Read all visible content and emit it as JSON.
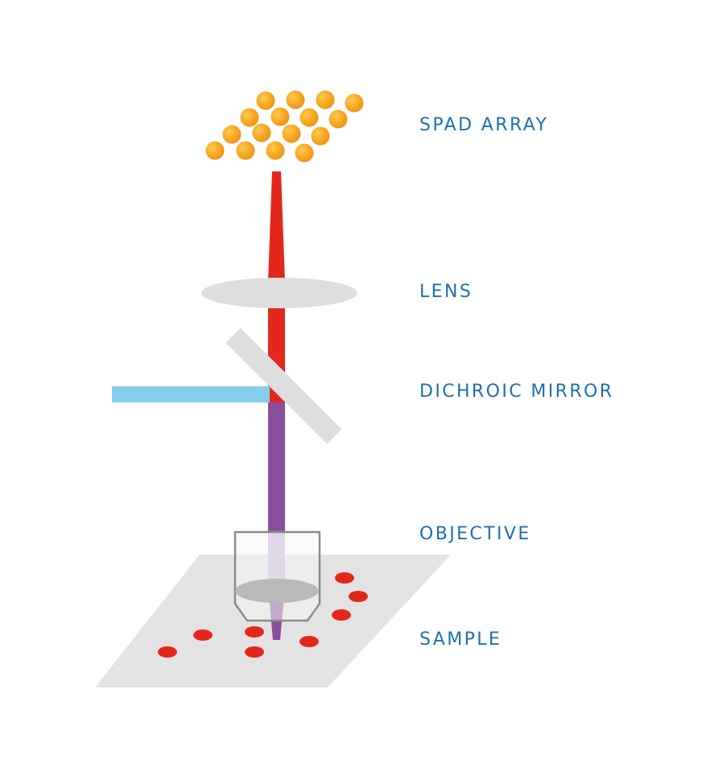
{
  "labels": {
    "spad_array": "SPAD ARRAY",
    "lens": "LENS",
    "dichroic_mirror": "DICHROIC MIRROR",
    "objective": "OBJECTIVE",
    "sample": "SAMPLE"
  },
  "colors": {
    "label_text": "#1f6fb0",
    "emission_beam": "#e3281b",
    "excitation_laser": "#86cdf0",
    "combined_beam": "#8a4f9b",
    "optics_gray": "#dedede",
    "objective_outline": "#8c8c8c",
    "sample_dots": "#e3281b",
    "spad_pixel": "#f4a51e"
  },
  "icons": {
    "spad_pixel": "orange-sphere",
    "sample_dot": "red-ellipse"
  }
}
